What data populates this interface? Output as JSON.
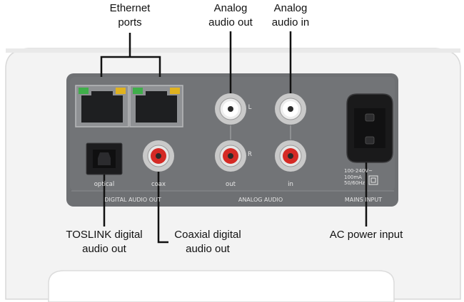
{
  "callouts": {
    "ethernet": [
      "Ethernet",
      "ports"
    ],
    "analog_out": [
      "Analog",
      "audio out"
    ],
    "analog_in": [
      "Analog",
      "audio in"
    ],
    "toslink": [
      "TOSLINK digital",
      "audio out"
    ],
    "coaxial": [
      "Coaxial digital",
      "audio out"
    ],
    "ac_power": [
      "AC power input"
    ]
  },
  "panel": {
    "section_digital": "DIGITAL AUDIO OUT",
    "section_analog": "ANALOG AUDIO",
    "section_mains": "MAINS INPUT",
    "label_optical": "optical",
    "label_coax": "coax",
    "label_out": "out",
    "label_in": "in",
    "label_left": "L",
    "label_right": "R",
    "power_rating": [
      "100-240V~",
      "100mA",
      "50/60Hz"
    ]
  },
  "colors": {
    "device_body": "#f4f4f4",
    "panel": "#6e7073",
    "panel_inset": "#5d5f62",
    "rca_white": "#ffffff",
    "rca_red": "#d42a25",
    "led_green": "#3fae4a",
    "led_amber": "#e0b21f",
    "pointer": "#111111"
  }
}
